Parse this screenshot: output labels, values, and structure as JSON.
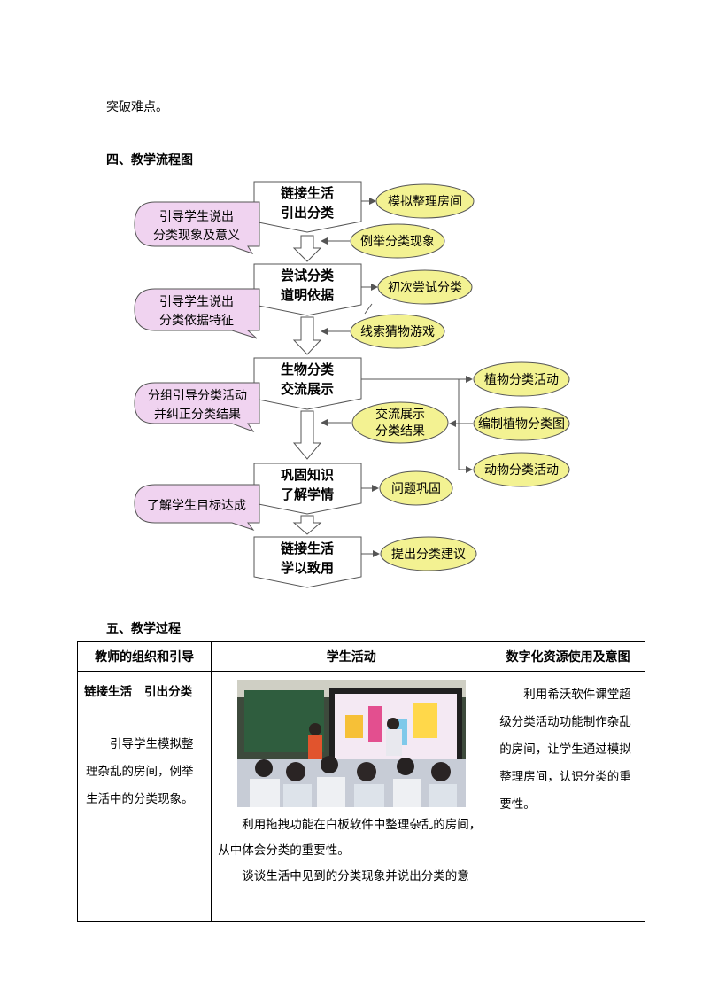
{
  "intro_text": "突破难点。",
  "section4_title": "四、教学流程图",
  "flow": {
    "main_1": [
      "链接生活",
      "引出分类"
    ],
    "main_2": [
      "尝试分类",
      "道明依据"
    ],
    "main_3": [
      "生物分类",
      "交流展示"
    ],
    "main_4": [
      "巩固知识",
      "了解学情"
    ],
    "main_5": [
      "链接生活",
      "学以致用"
    ],
    "left_1": [
      "引导学生说出",
      "分类现象及意义"
    ],
    "left_2": [
      "引导学生说出",
      "分类依据特征"
    ],
    "left_3": [
      "分组引导分类活动",
      "并纠正分类结果"
    ],
    "left_4": "了解学生目标达成",
    "right_1a": "模拟整理房间",
    "right_1b": "例举分类现象",
    "right_2a": "初次尝试分类",
    "right_2b": "线索猜物游戏",
    "right_3a": "植物分类活动",
    "right_3b": "编制植物分类图",
    "right_3c": "动物分类活动",
    "right_3m": [
      "交流展示",
      "分类结果"
    ],
    "right_4": "问题巩固",
    "right_5": "提出分类建议",
    "colors": {
      "main_box": "#ffffff",
      "left_callout": "#f0d3f0",
      "right_ellipse": "#f3f292",
      "stroke": "#555555"
    }
  },
  "section5_title": "五、教学过程",
  "table": {
    "headers": [
      "教师的组织和引导",
      "学生活动",
      "数字化资源使用及意图"
    ],
    "row1": {
      "col1_title": "链接生活   引出分类",
      "col1_text": "引导学生模拟整理杂乱的房间，例举生活中的分类现象。",
      "col2_p1": "利用拖拽功能在白板软件中整理杂乱的房间，从中体会分类的重要性。",
      "col2_p2": "谈谈生活中见到的分类现象并说出分类的意",
      "col3_text": "利用希沃软件课堂超级分类活动功能制作杂乱的房间，让学生通过模拟整理房间，认识分类的重要性。"
    }
  }
}
